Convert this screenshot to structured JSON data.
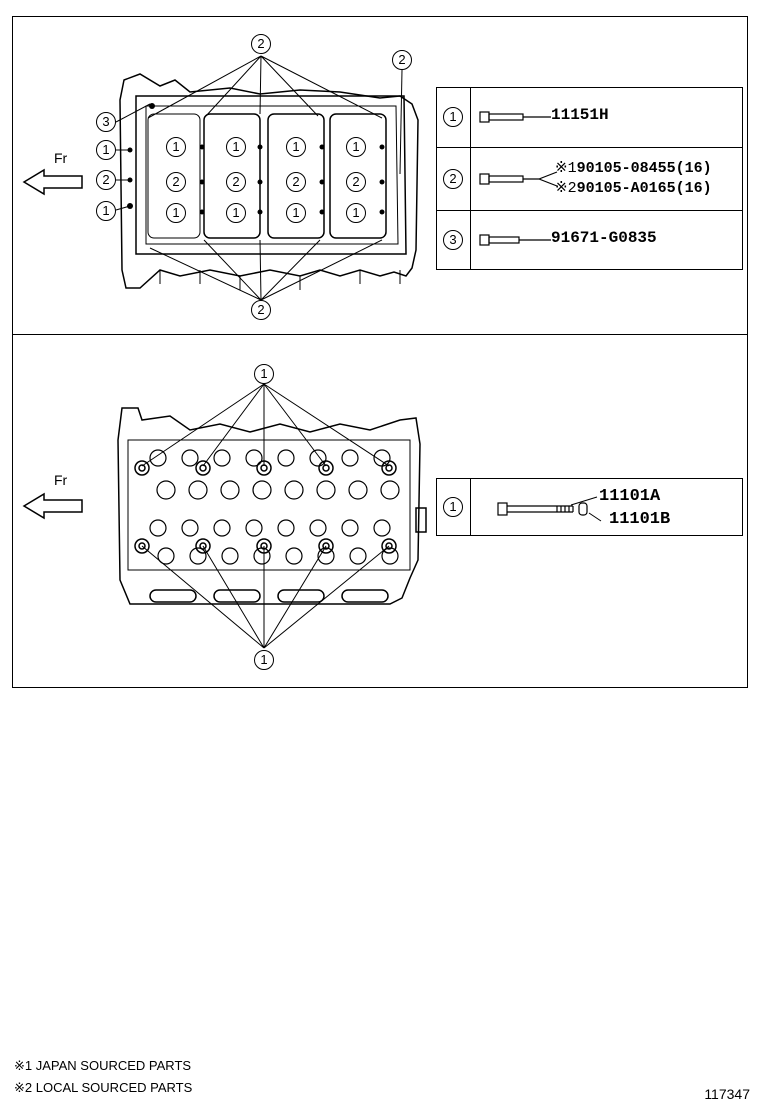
{
  "diagram": {
    "direction_label": "Fr",
    "upper_callouts": [
      "1",
      "2",
      "3"
    ],
    "lower_callouts": [
      "1"
    ],
    "upper_legend": [
      {
        "num": "1",
        "part_numbers": [
          "11151H"
        ]
      },
      {
        "num": "2",
        "part_numbers": [
          "90105-08455(16)",
          "90105-A0165(16)"
        ],
        "notes": [
          "※1",
          "※2"
        ]
      },
      {
        "num": "3",
        "part_numbers": [
          "91671-G0835"
        ]
      }
    ],
    "lower_legend": [
      {
        "num": "1",
        "part_numbers": [
          "11101A",
          "11101B"
        ]
      }
    ]
  },
  "footnotes": [
    {
      "mark": "※1",
      "text": "JAPAN SOURCED PARTS"
    },
    {
      "mark": "※2",
      "text": "LOCAL SOURCED PARTS"
    }
  ],
  "illustration_code": "117347"
}
